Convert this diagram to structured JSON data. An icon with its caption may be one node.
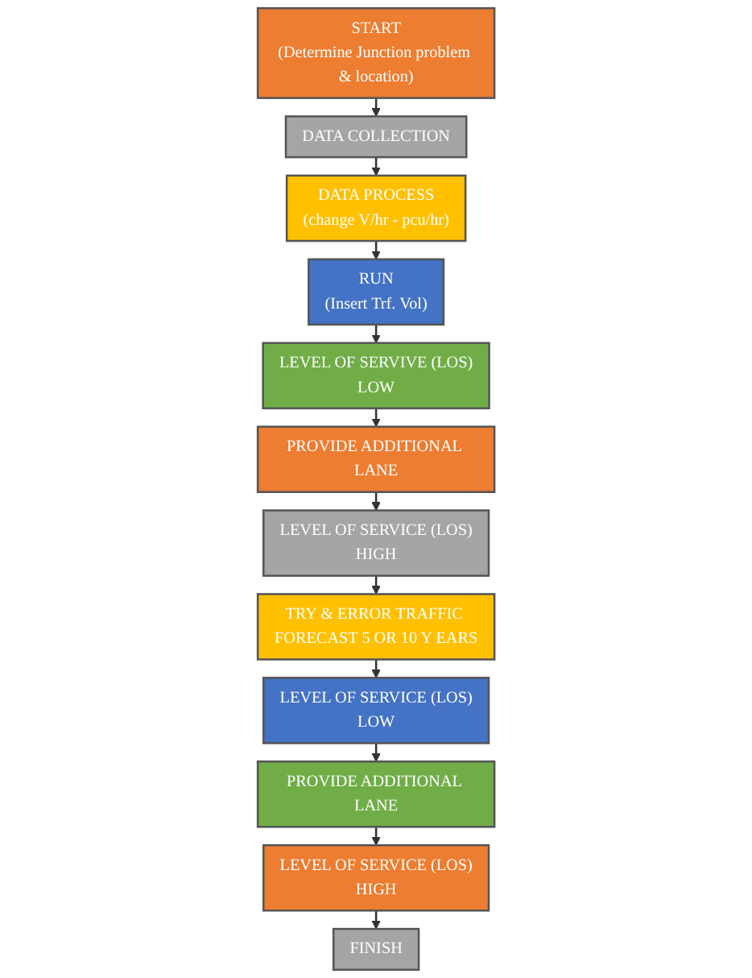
{
  "diagram": {
    "nodes": [
      {
        "text": [
          "START",
          "(Determine Junction problem & location)"
        ]
      },
      {
        "text": [
          "DATA COLLECTION"
        ]
      },
      {
        "text": [
          "DATA PROCESS",
          "(change V/hr - pcu/hr)"
        ]
      },
      {
        "text": [
          "RUN",
          "(Insert Trf. Vol)"
        ]
      },
      {
        "text": [
          "LEVEL OF SERVIVE (LOS)",
          "LOW"
        ]
      },
      {
        "text": [
          "PROVIDE ADDITIONAL LANE"
        ]
      },
      {
        "text": [
          "LEVEL OF SERVICE (LOS)",
          "HIGH"
        ]
      },
      {
        "text": [
          "TRY & ERROR TRAFFIC FORECAST 5 OR 10 Y EARS"
        ]
      },
      {
        "text": [
          "LEVEL OF SERVICE (LOS)",
          "LOW"
        ]
      },
      {
        "text": [
          "PROVIDE ADDITIONAL LANE"
        ]
      },
      {
        "text": [
          "LEVEL OF SERVICE (LOS)",
          "HIGH"
        ]
      },
      {
        "text": [
          "FINISH"
        ]
      }
    ],
    "edges": [
      {
        "from": 0,
        "to": 1,
        "arrow": "to"
      },
      {
        "from": 1,
        "to": 2,
        "arrow": "to"
      },
      {
        "from": 2,
        "to": 3,
        "arrow": "to"
      },
      {
        "from": 3,
        "to": 4,
        "arrow": "to"
      },
      {
        "from": 4,
        "to": 5,
        "arrow": "to"
      },
      {
        "from": 5,
        "to": 6,
        "arrow": "to"
      },
      {
        "from": 6,
        "to": 7,
        "arrow": "to"
      },
      {
        "from": 7,
        "to": 8,
        "arrow": "to"
      },
      {
        "from": 8,
        "to": 9,
        "arrow": "to"
      },
      {
        "from": 9,
        "to": 10,
        "arrow": "to"
      },
      {
        "from": 10,
        "to": 11,
        "arrow": "to"
      }
    ]
  }
}
